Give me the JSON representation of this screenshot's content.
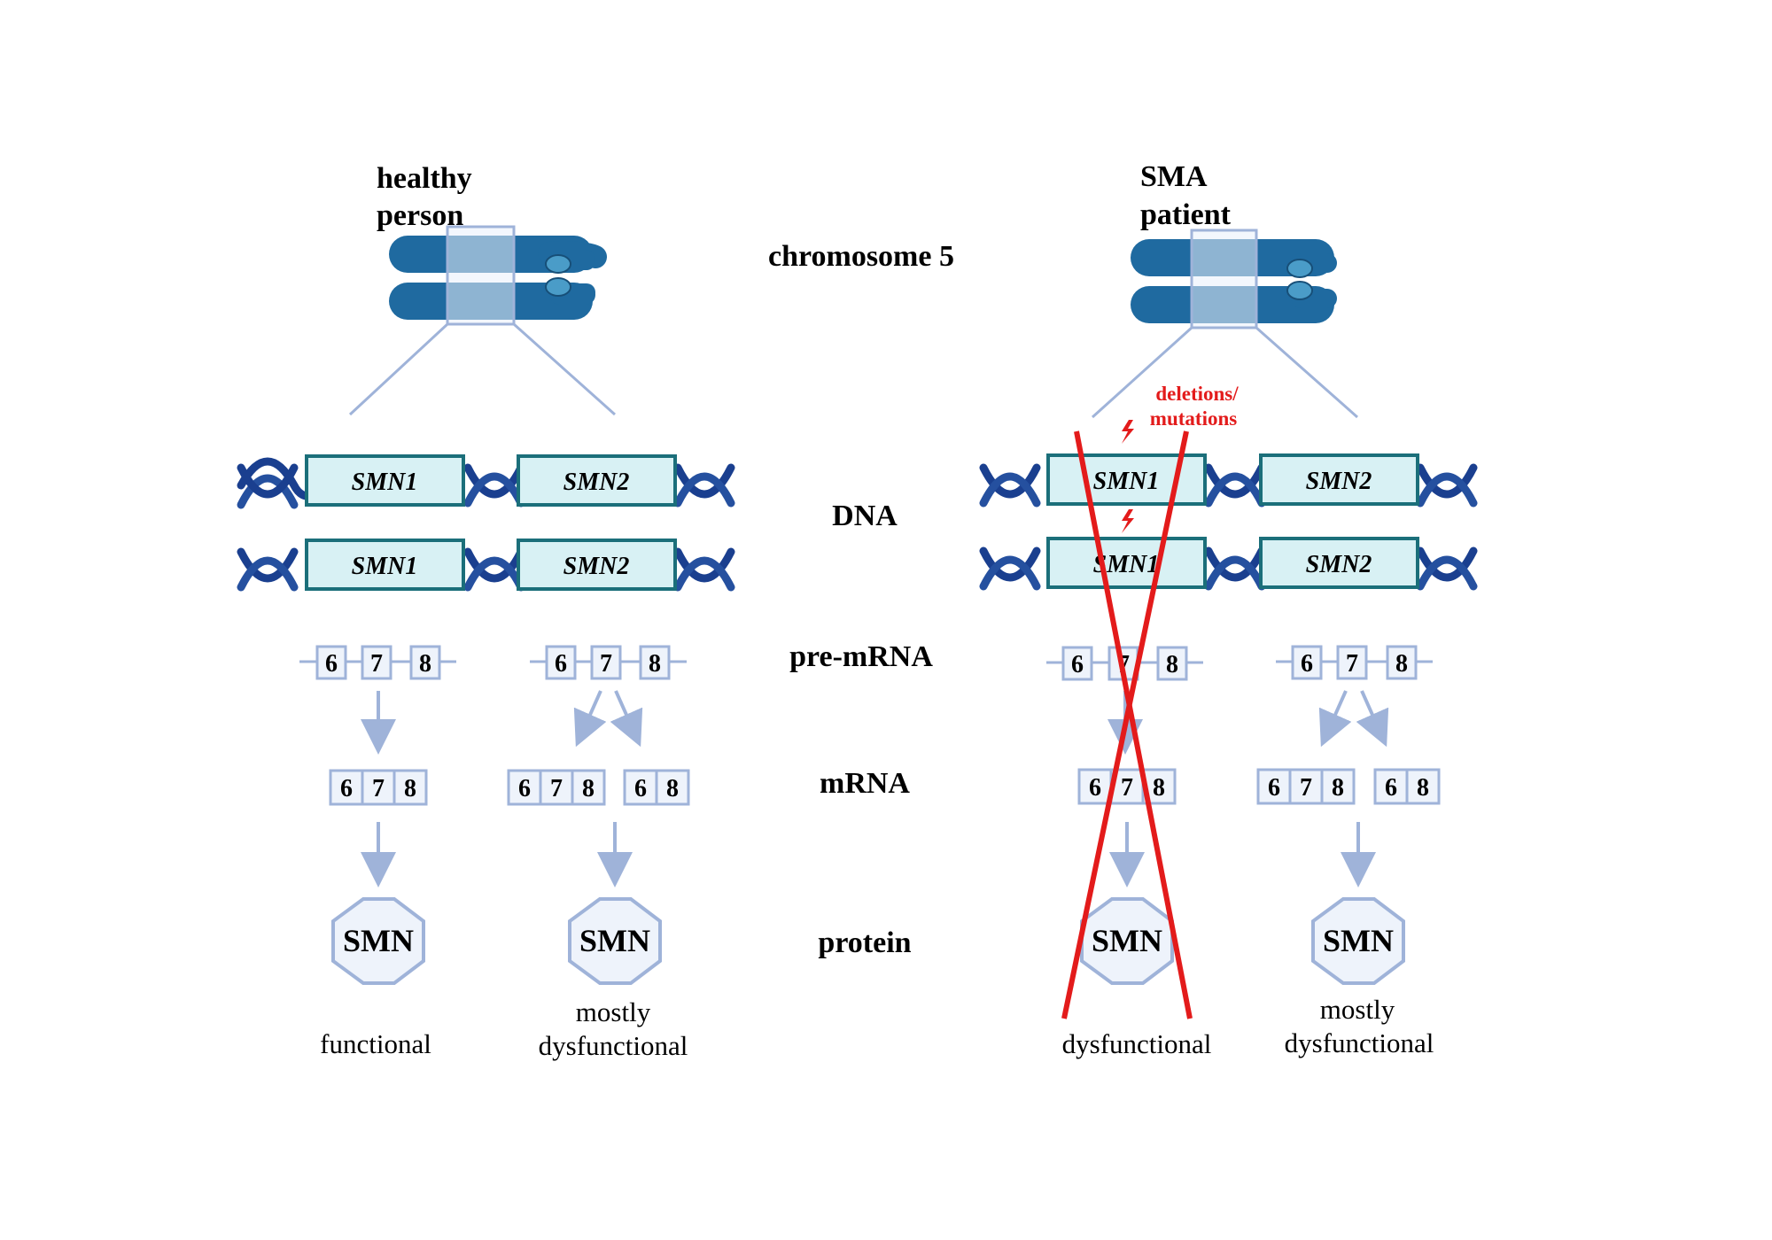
{
  "panels": {
    "healthy": {
      "title_line1": "healthy",
      "title_line2": "person",
      "dna_top": [
        "SMN1",
        "SMN2"
      ],
      "dna_bottom": [
        "SMN1",
        "SMN2"
      ],
      "outcome_smn1": "functional",
      "outcome_smn2_line1": "mostly",
      "outcome_smn2_line2": "dysfunctional"
    },
    "sma": {
      "title_line1": "SMA",
      "title_line2": "patient",
      "dna_top": [
        "SMN1",
        "SMN2"
      ],
      "dna_bottom": [
        "SMN1",
        "SMN2"
      ],
      "annotation_line1": "deletions/",
      "annotation_line2": "mutations",
      "outcome_smn1": "dysfunctional",
      "outcome_smn2_line1": "mostly",
      "outcome_smn2_line2": "dysfunctional"
    }
  },
  "center_labels": {
    "chromosome": "chromosome 5",
    "dna": "DNA",
    "pre_mrna": "pre-mRNA",
    "mrna": "mRNA",
    "protein": "protein"
  },
  "exons": {
    "full": [
      "6",
      "7",
      "8"
    ],
    "skipped": [
      "6",
      "8"
    ]
  },
  "protein_label": "SMN",
  "colors": {
    "chromosome": "#1f6aa0",
    "centromere": "#4a9cc8",
    "helix": "#1a3f8f",
    "gene_fill": "#d8f1f4",
    "gene_stroke": "#1b6f7a",
    "pale_blue": "#9fb3d9",
    "exon_fill": "#eef3fb",
    "cross_red": "#e31b1b"
  },
  "icons": [
    "chromosome-icon",
    "dna-helix-icon",
    "lightning-icon",
    "protein-octagon-icon",
    "arrow-icon"
  ]
}
